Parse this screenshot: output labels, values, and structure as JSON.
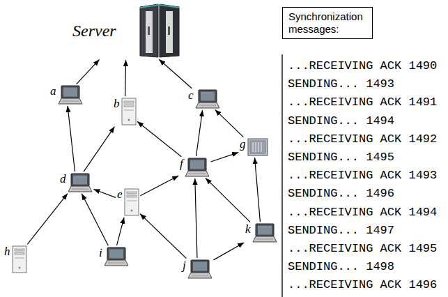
{
  "diagram": {
    "nodes": [
      {
        "text": [
          "Server"
        ]
      },
      {
        "text": [
          "Synchronization messages:"
        ]
      },
      {
        "text": [
          "a"
        ]
      },
      {
        "text": [
          "b"
        ]
      },
      {
        "text": [
          "c"
        ]
      },
      {
        "text": [
          "d"
        ]
      },
      {
        "text": [
          "e"
        ]
      },
      {
        "text": [
          "f"
        ]
      },
      {
        "text": [
          "g"
        ]
      },
      {
        "text": [
          "h"
        ]
      },
      {
        "text": [
          "i"
        ]
      },
      {
        "text": [
          "j"
        ]
      },
      {
        "text": [
          "k"
        ]
      }
    ],
    "edges": [
      {
        "from": 2,
        "to": 0,
        "arrow": "to"
      },
      {
        "from": 3,
        "to": 0,
        "arrow": "to"
      },
      {
        "from": 4,
        "to": 0,
        "arrow": "to"
      },
      {
        "from": 5,
        "to": 2,
        "arrow": "to"
      },
      {
        "from": 5,
        "to": 3,
        "arrow": "to"
      },
      {
        "from": 6,
        "to": 5,
        "arrow": "to"
      },
      {
        "from": 6,
        "to": 7,
        "arrow": "to"
      },
      {
        "from": 7,
        "to": 3,
        "arrow": "to"
      },
      {
        "from": 7,
        "to": 4,
        "arrow": "to"
      },
      {
        "from": 8,
        "to": 4,
        "arrow": "to"
      },
      {
        "from": 7,
        "to": 8,
        "arrow": "to"
      },
      {
        "from": 9,
        "to": 5,
        "arrow": "to"
      },
      {
        "from": 10,
        "to": 5,
        "arrow": "to"
      },
      {
        "from": 10,
        "to": 6,
        "arrow": "to"
      },
      {
        "from": 11,
        "to": 6,
        "arrow": "to"
      },
      {
        "from": 11,
        "to": 7,
        "arrow": "to"
      },
      {
        "from": 11,
        "to": 12,
        "arrow": "to"
      },
      {
        "from": 12,
        "to": 7,
        "arrow": "to"
      },
      {
        "from": 12,
        "to": 8,
        "arrow": "to"
      }
    ],
    "labels": [
      "...RECEIVING ACK 1490",
      "SENDING... 1493",
      "...RECEIVING ACK 1491",
      "SENDING... 1494",
      "...RECEIVING ACK 1492",
      "SENDING... 1495",
      "...RECEIVING ACK 1493",
      "SENDING... 1496",
      "...RECEIVING ACK 1494",
      "SENDING... 1497",
      "...RECEIVING ACK 1495",
      "SENDING... 1498",
      "...RECEIVING ACK 1496"
    ]
  }
}
